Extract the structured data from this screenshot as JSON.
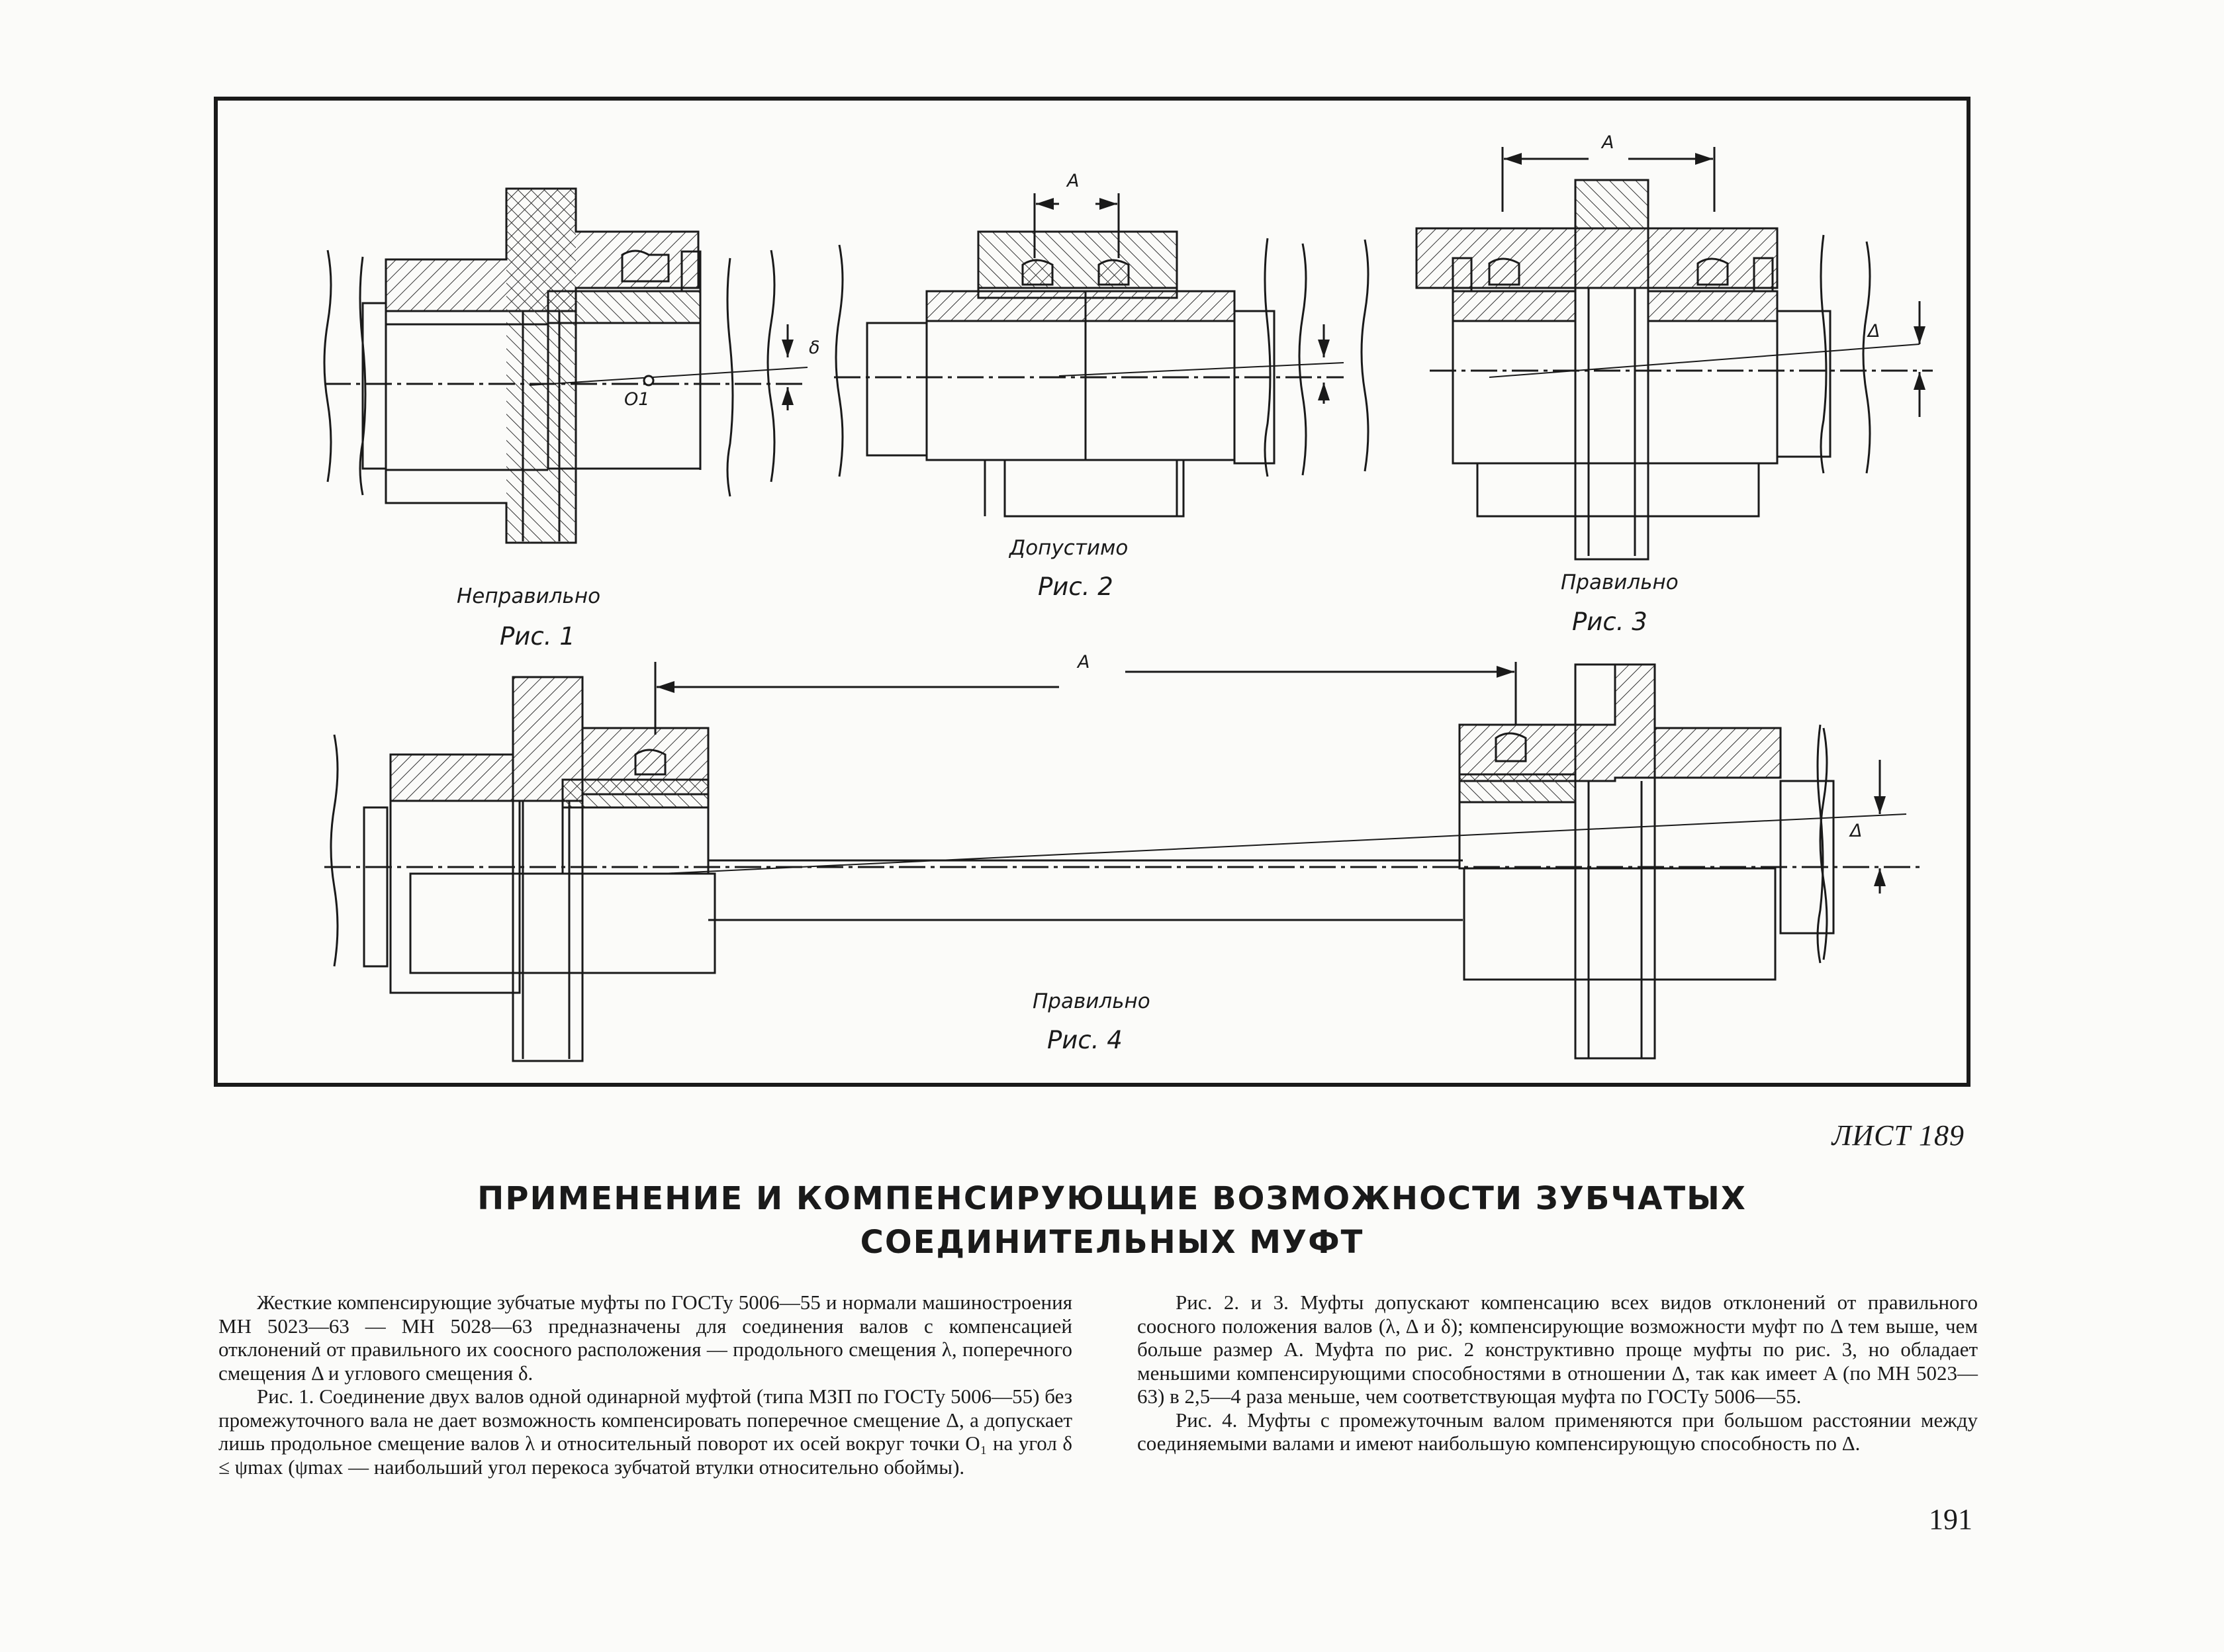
{
  "figures": {
    "fig1": {
      "status": "Неправильно",
      "label": "Рис. 1",
      "mark_delta_small": "δ",
      "point": "O1"
    },
    "fig2": {
      "status": "Допустимо",
      "label": "Рис. 2",
      "dim": "A"
    },
    "fig3": {
      "status": "Правильно",
      "label": "Рис. 3",
      "dim": "A",
      "mark_delta": "Δ"
    },
    "fig4": {
      "status": "Правильно",
      "label": "Рис. 4",
      "dim": "A",
      "mark_delta": "Δ"
    }
  },
  "sheet": {
    "number": "ЛИСТ 189"
  },
  "title": {
    "line1": "ПРИМЕНЕНИЕ И КОМПЕНСИРУЮЩИЕ ВОЗМОЖНОСТИ ЗУБЧАТЫХ",
    "line2": "СОЕДИНИТЕЛЬНЫХ МУФТ"
  },
  "body": {
    "left": [
      "Жесткие компенсирующие зубчатые муфты по ГОСТу 5006—55 и нормали машиностроения МН 5023—63 — МН 5028—63 предназначены для соединения валов с компенсацией отклонений от правильного их соосного расположения — продольного смещения λ, поперечного смещения Δ и углового смещения δ.",
      "Рис. 1. Соединение двух валов одной одинарной муфтой (типа МЗП по ГОСТу 5006—55) без промежуточного вала не дает возможность компенсировать поперечное смещение Δ, а допускает лишь продольное смещение валов λ и относительный поворот их осей вокруг точки O₁ на угол δ ≤ ψmax (ψmax — наибольший угол перекоса зубчатой втулки относительно обоймы)."
    ],
    "right": [
      "Рис. 2. и 3. Муфты допускают компенсацию всех видов отклонений от правильного соосного положения валов (λ, Δ и δ); компенсирующие возможности муфт по Δ тем выше, чем больше размер A. Муфта по рис. 2 конструктивно проще муфты по рис. 3, но обладает меньшими компенсирующими способностями в отношении Δ, так как имеет A (по МН 5023—63) в 2,5—4 раза меньше, чем соответствующая муфта по ГОСТу 5006—55.",
      "Рис. 4. Муфты с промежуточным валом применяются при большом расстоянии между соединяемыми валами и имеют наибольшую компенсирующую способность по Δ."
    ]
  },
  "page_number": "191"
}
